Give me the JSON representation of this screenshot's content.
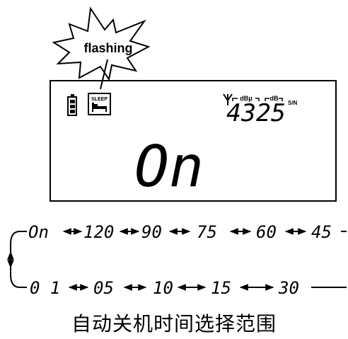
{
  "callout": {
    "label": "flashing"
  },
  "lcd": {
    "sleep_label": "SLEEP",
    "units_dbu": "dBμ",
    "units_db": "dB",
    "readout": "4325",
    "sn_label": "S/N",
    "main_display": "On"
  },
  "cycle": {
    "row1": [
      "On",
      "120",
      "90",
      "75",
      "60",
      "45"
    ],
    "row2": [
      "0 1",
      "05",
      "10",
      "15",
      "30"
    ]
  },
  "caption": "自动关机时间选择范围"
}
